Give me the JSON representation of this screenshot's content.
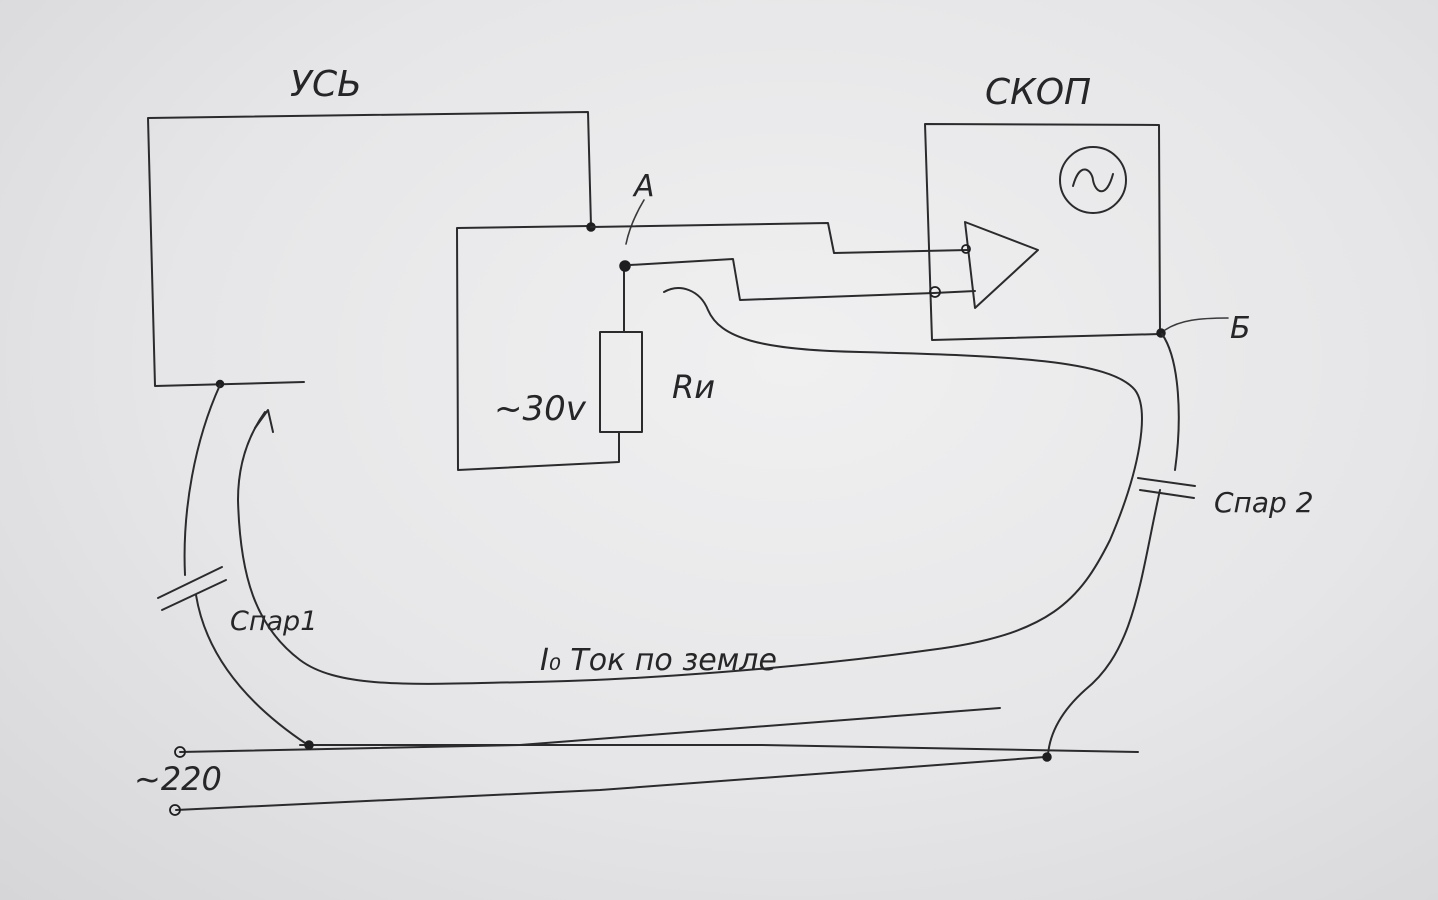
{
  "labels": {
    "usb": "УСЬ",
    "scope": "СКОП",
    "point_a": "А",
    "point_b": "Б",
    "voltage_source": "~30v",
    "resistor": "Rи",
    "c_par_1": "Спар1",
    "c_par_2": "Спар 2",
    "ground_current": "I₀  Ток по земле",
    "mains": "~220"
  },
  "icons": {
    "oscilloscope": "sine-in-circle-icon",
    "amplifier": "triangle-amplifier-icon"
  },
  "colors": {
    "paper": "#ececee",
    "ink": "#2b2b2e"
  }
}
